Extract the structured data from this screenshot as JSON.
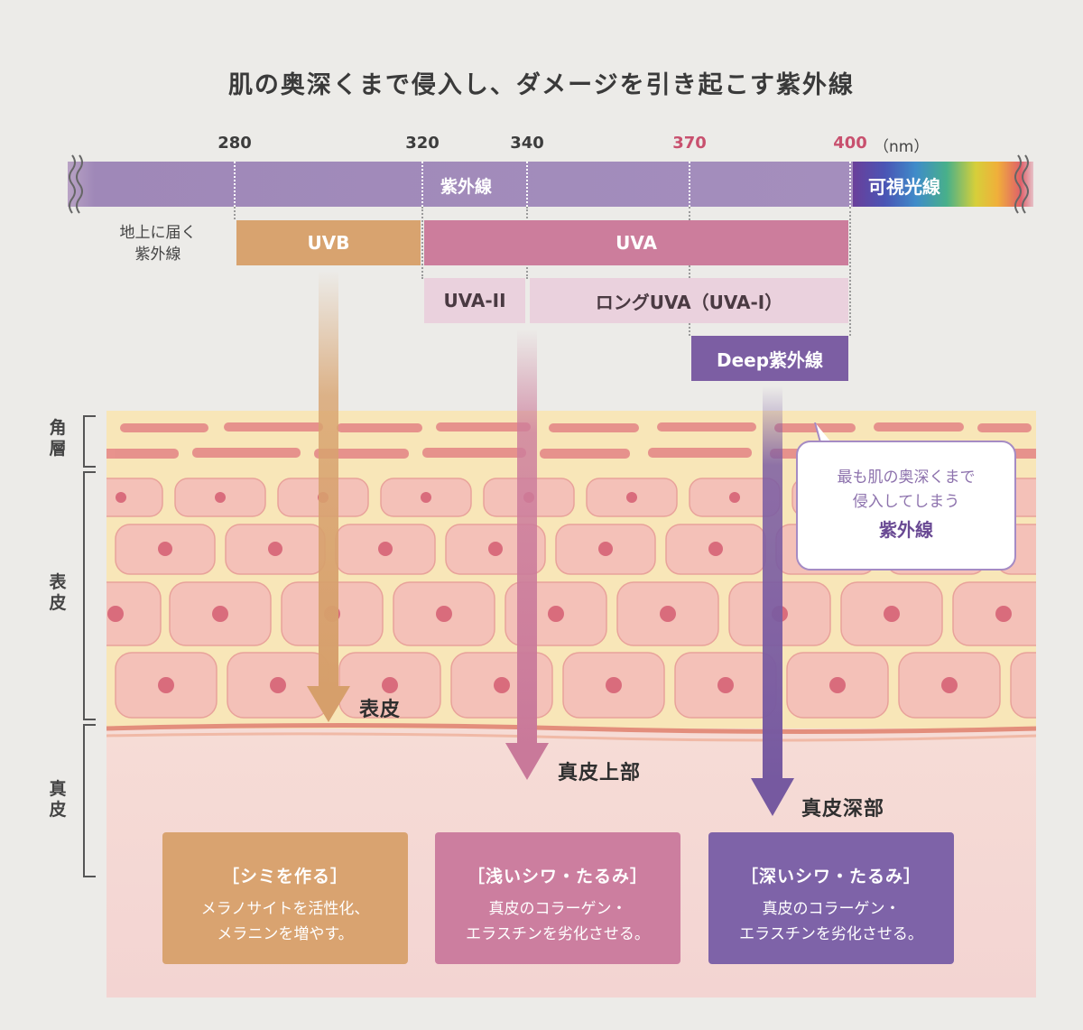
{
  "title": "肌の奥深くまで侵入し、ダメージを引き起こす紫外線",
  "spectrum": {
    "ticks": [
      {
        "label": "280",
        "red": false
      },
      {
        "label": "320",
        "red": false
      },
      {
        "label": "340",
        "red": false
      },
      {
        "label": "370",
        "red": true
      },
      {
        "label": "400",
        "red": true
      }
    ],
    "unit": "（nm）",
    "uv_label": "紫外線",
    "visible_label": "可視光線"
  },
  "ground_label": [
    "地上に届く",
    "紫外線"
  ],
  "bands": {
    "uvb": "UVB",
    "uva": "UVA",
    "uva2": "UVA-II",
    "long_uva": "ロングUVA（UVA-I）",
    "deep": "Deep紫外線"
  },
  "layers": {
    "stratum": "角層",
    "epidermis": "表皮",
    "dermis": "真皮"
  },
  "depths": {
    "uvb": "表皮",
    "uva2": "真皮上部",
    "deep": "真皮深部"
  },
  "bubble": {
    "line1": "最も肌の奥深くまで",
    "line2": "侵入してしまう",
    "line3": "紫外線"
  },
  "effects": [
    {
      "heading": "［シミを作る］",
      "line1": "メラノサイトを活性化、",
      "line2": "メラニンを増やす。"
    },
    {
      "heading": "［浅いシワ・たるみ］",
      "line1": "真皮のコラーゲン・",
      "line2": "エラスチンを劣化させる。"
    },
    {
      "heading": "［深いシワ・たるみ］",
      "line1": "真皮のコラーゲン・",
      "line2": "エラスチンを劣化させる。"
    }
  ],
  "colors": {
    "uvb": "#d8a36f",
    "uva": "#cc7d9c",
    "uva2": "#ead1dd",
    "deep": "#7c5ea3",
    "uv_bar": "#a48ebd",
    "effect_uvb": "#d9a370",
    "effect_uva": "#cc7e9f",
    "effect_deep": "#7e63a8"
  }
}
